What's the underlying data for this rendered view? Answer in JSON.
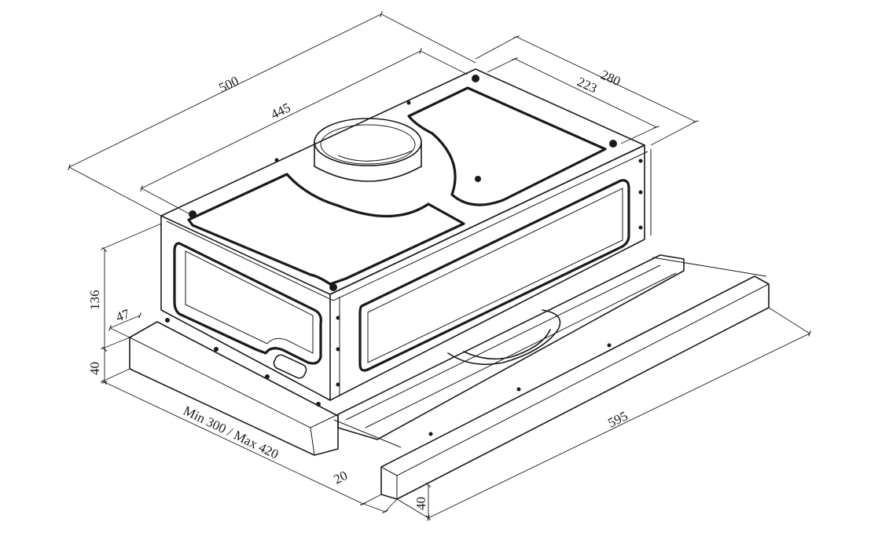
{
  "dimensions": {
    "width_total": "500",
    "width_inner": "445",
    "depth_total": "280",
    "depth_inner": "223",
    "body_height": "136",
    "offset_side": "47",
    "visor_height_left": "40",
    "front_width": "595",
    "extension_range": "Min 300 / Max 420",
    "visor_thickness": "20",
    "visor_height_front": "40"
  },
  "colors": {
    "line": "#1a1a1a",
    "background": "#ffffff"
  }
}
